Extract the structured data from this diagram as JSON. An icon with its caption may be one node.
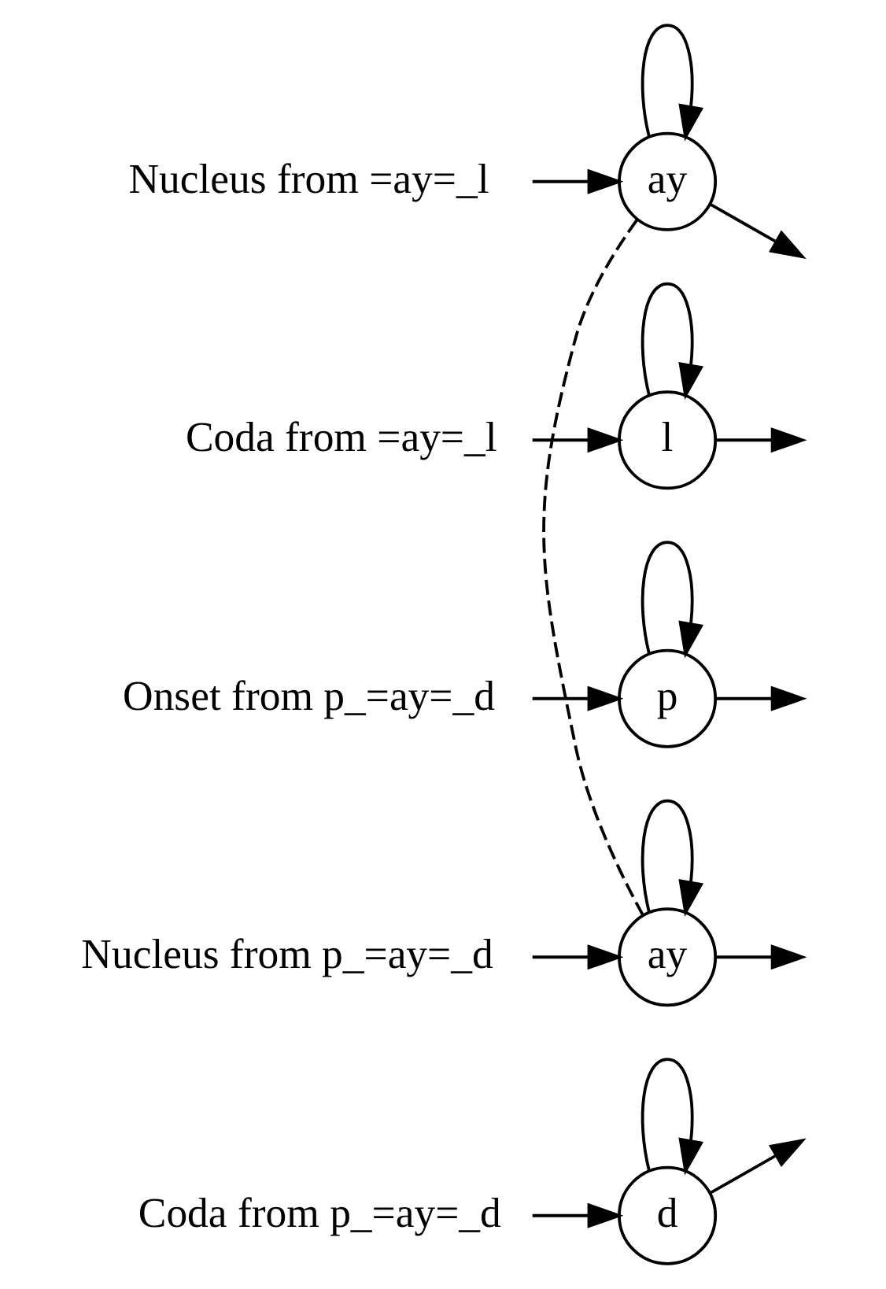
{
  "diagram": {
    "nodes": [
      {
        "text": [
          "ay"
        ],
        "beside": [
          "Nucleus from =ay=_l"
        ]
      },
      {
        "text": [
          "l"
        ],
        "beside": [
          "Coda from =ay=_l"
        ]
      },
      {
        "text": [
          "p"
        ],
        "beside": [
          "Onset from p_=ay=_d"
        ]
      },
      {
        "text": [
          "ay"
        ],
        "beside": [
          "Nucleus from p_=ay=_d"
        ]
      },
      {
        "text": [
          "d"
        ],
        "beside": [
          "Coda from p_=ay=_d"
        ]
      }
    ],
    "edges": [
      {
        "from": 0,
        "to": 0,
        "arrow": "to"
      },
      {
        "from": 0,
        "to": null,
        "arrow": "to"
      },
      {
        "from": 0,
        "to": 3,
        "arrow": "none",
        "style": "dashed"
      },
      {
        "from": null,
        "to": 0,
        "arrow": "to"
      },
      {
        "from": 1,
        "to": 1,
        "arrow": "to"
      },
      {
        "from": 1,
        "to": null,
        "arrow": "to"
      },
      {
        "from": null,
        "to": 1,
        "arrow": "to"
      },
      {
        "from": 2,
        "to": 2,
        "arrow": "to"
      },
      {
        "from": 2,
        "to": null,
        "arrow": "to"
      },
      {
        "from": null,
        "to": 2,
        "arrow": "to"
      },
      {
        "from": 3,
        "to": 3,
        "arrow": "to"
      },
      {
        "from": 3,
        "to": null,
        "arrow": "to"
      },
      {
        "from": null,
        "to": 3,
        "arrow": "to"
      },
      {
        "from": 4,
        "to": 4,
        "arrow": "to"
      },
      {
        "from": 4,
        "to": null,
        "arrow": "to"
      },
      {
        "from": null,
        "to": 4,
        "arrow": "to"
      }
    ]
  }
}
